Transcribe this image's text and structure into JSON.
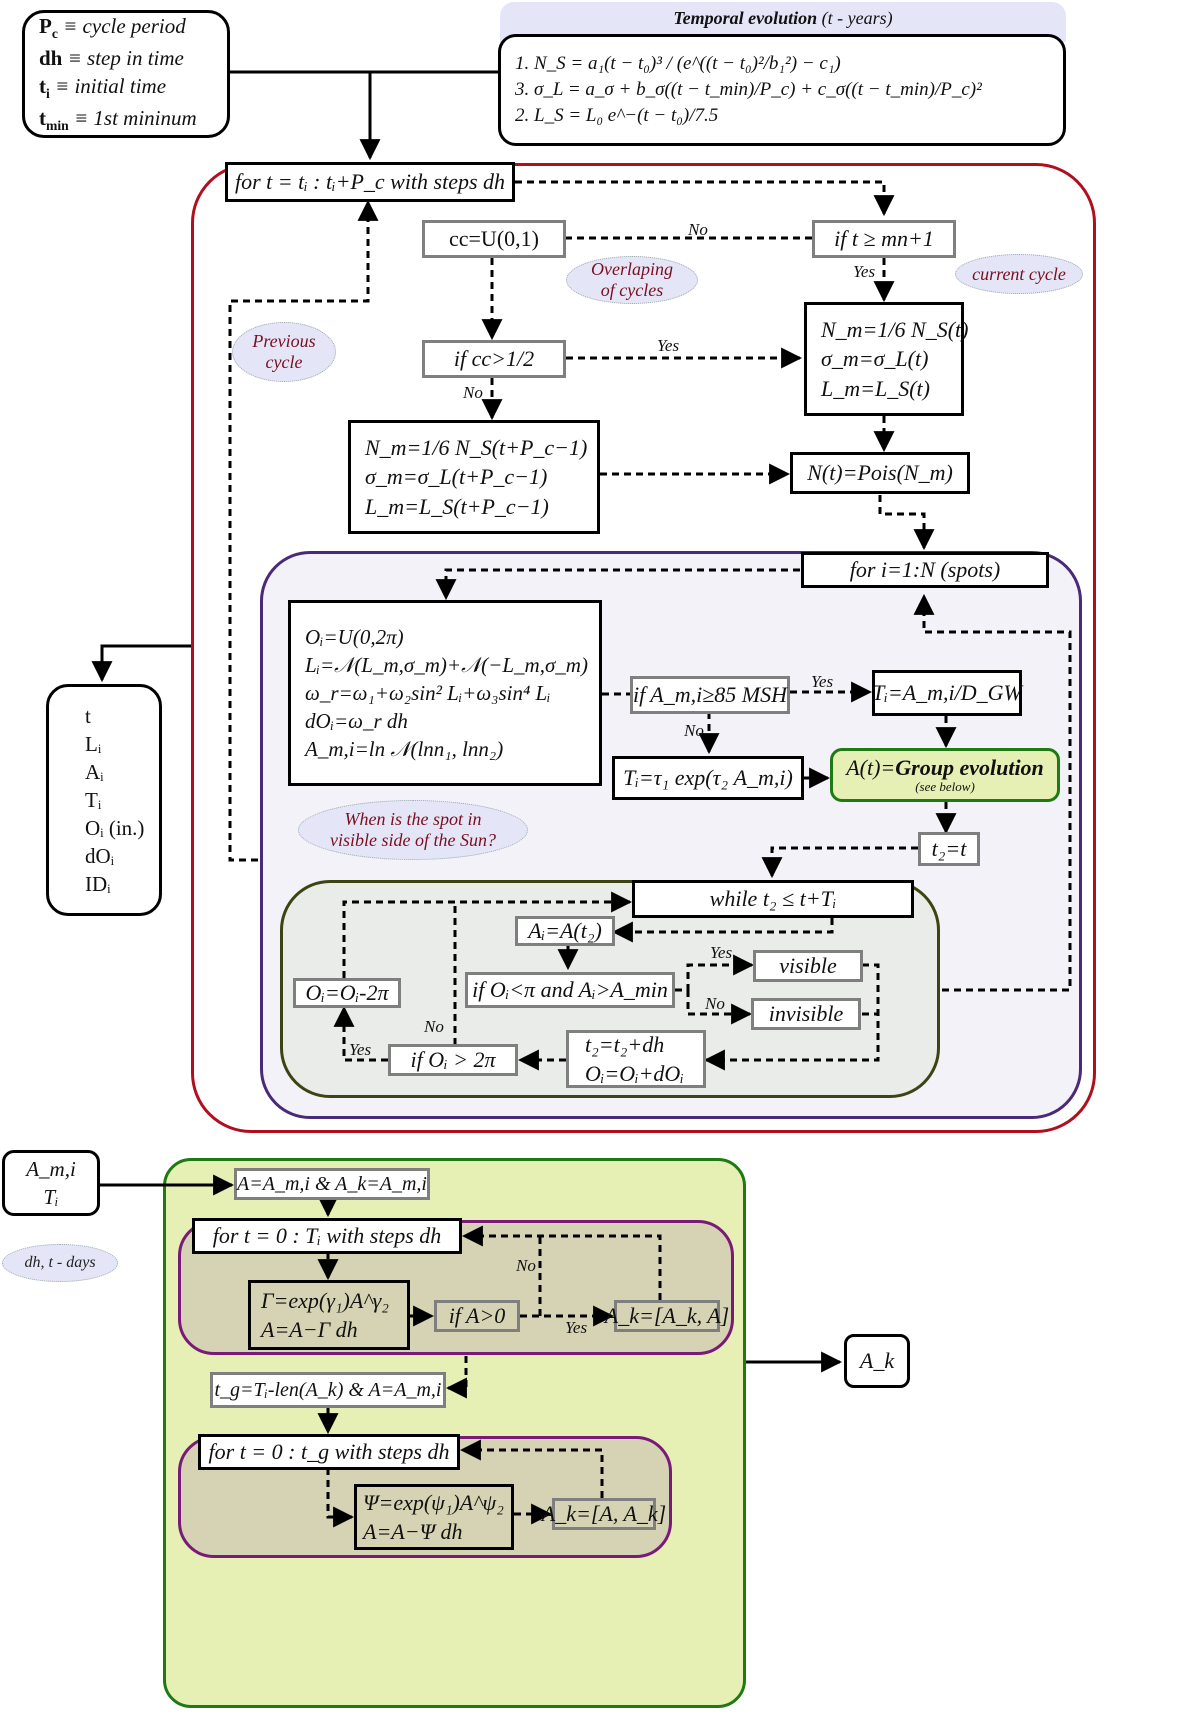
{
  "legend": {
    "lines": [
      {
        "sym": "P",
        "sub": "c",
        "desc": " ≡ cycle period"
      },
      {
        "sym": "dh",
        "sub": "",
        "desc": " ≡ step in time"
      },
      {
        "sym": "t",
        "sub": "i",
        "desc": " ≡ initial time"
      },
      {
        "sym": "t",
        "sub": "min",
        "desc": " ≡ 1st mininum"
      }
    ]
  },
  "temporal": {
    "title": "Temporal evolution",
    "title_unit": "(t - years)",
    "eq1": "1. N_S = a₁(t − t₀)³ / (e^((t − t₀)²/b₁²) − c₁)",
    "eq2": "2. L_S = L₀ e^−(t − t₀)/7.5",
    "eq3": "3. σ_L = a_σ + b_σ((t − t_min)/P_c) + c_σ((t − t_min)/P_c)²"
  },
  "outer_loop": "for t = tᵢ : tᵢ+P_c with steps dh",
  "cc_box": "cc=U(0,1)",
  "if_t": "if t ≥ mn+1",
  "if_cc": "if cc>1/2",
  "current_box": [
    "N_m=1/6 N_S(t)",
    "σ_m=σ_L(t)",
    "L_m=L_S(t)"
  ],
  "previous_box": [
    "N_m=1/6 N_S(t+P_c−1)",
    "σ_m=σ_L(t+P_c−1)",
    "L_m=L_S(t+P_c−1)"
  ],
  "pois_box": "N(t)=Pois(N_m)",
  "spots_loop": "for i=1:N (spots)",
  "spot_init": [
    "Oᵢ=U(0,2π)",
    "Lᵢ=𝒩(L_m,σ_m)+𝒩(−L_m,σ_m)",
    "ω_r=ω₁+ω₂sin² Lᵢ+ω₃sin⁴ Lᵢ",
    "dOᵢ=ω_r dh",
    "A_m,i=ln 𝒩(lnn₁, lnn₂)"
  ],
  "if_area": "if A_m,i≥85 MSH",
  "ti_yes": "Tᵢ=A_m,i/D_GW",
  "ti_no": "Tᵢ=τ₁ exp(τ₂ A_m,i)",
  "group_evo": {
    "main": "A(t)=",
    "bold": "Group evolution",
    "note": "(see below)"
  },
  "t2_box": "t₂=t",
  "while_box": "while t₂ ≤ t+Tᵢ",
  "ai_box": "Aᵢ=A(t₂)",
  "if_visible": "if Oᵢ<π and Aᵢ>A_min",
  "visible": "visible",
  "invisible": "invisible",
  "t2_update": [
    "t₂=t₂+dh",
    "Oᵢ=Oᵢ+dOᵢ"
  ],
  "if_oi": "if Oᵢ > 2π",
  "oi_wrap": "Oᵢ=Oᵢ-2π",
  "output_vars": [
    "t",
    "Lᵢ",
    "Aᵢ",
    "Tᵢ",
    "Oᵢ (in.)",
    "dOᵢ",
    "IDᵢ"
  ],
  "labels": {
    "no": "No",
    "yes": "Yes"
  },
  "bubbles": {
    "overlap": [
      "Overlaping",
      "of cycles"
    ],
    "current": [
      "current cycle"
    ],
    "previous": [
      "Previous",
      "cycle"
    ],
    "visible_q": [
      "When is the spot in",
      "visible side of the Sun?"
    ],
    "days": [
      "dh, t - days"
    ]
  },
  "group": {
    "inputs": [
      "A_m,i",
      "Tᵢ"
    ],
    "init": "A=A_m,i & A_k=A_m,i",
    "loop1": "for t = 0 : Tᵢ with steps dh",
    "decay": [
      "Γ=exp(γ₁)A^γ₂",
      "A=A−Γ dh"
    ],
    "if_pos": "if A>0",
    "append1": "A_k=[A_k, A]",
    "tg": "t_g=Tᵢ-len(A_k) & A=A_m,i",
    "loop2": "for t = 0 : t_g with steps dh",
    "growth": [
      "Ψ=exp(ψ₁)A^ψ₂",
      "A=A−Ψ dh"
    ],
    "append2": "A_k=[A, A_k]",
    "output": "A_k"
  },
  "colors": {
    "outer_region": "#b0101e",
    "spot_region": "#4a2a78",
    "while_region": "#3d4412",
    "group_region": "#1e7a12",
    "group_fill": "#e6efb4",
    "inner_loop": "#7a1a78",
    "bubble_text": "#7a0f1f"
  }
}
